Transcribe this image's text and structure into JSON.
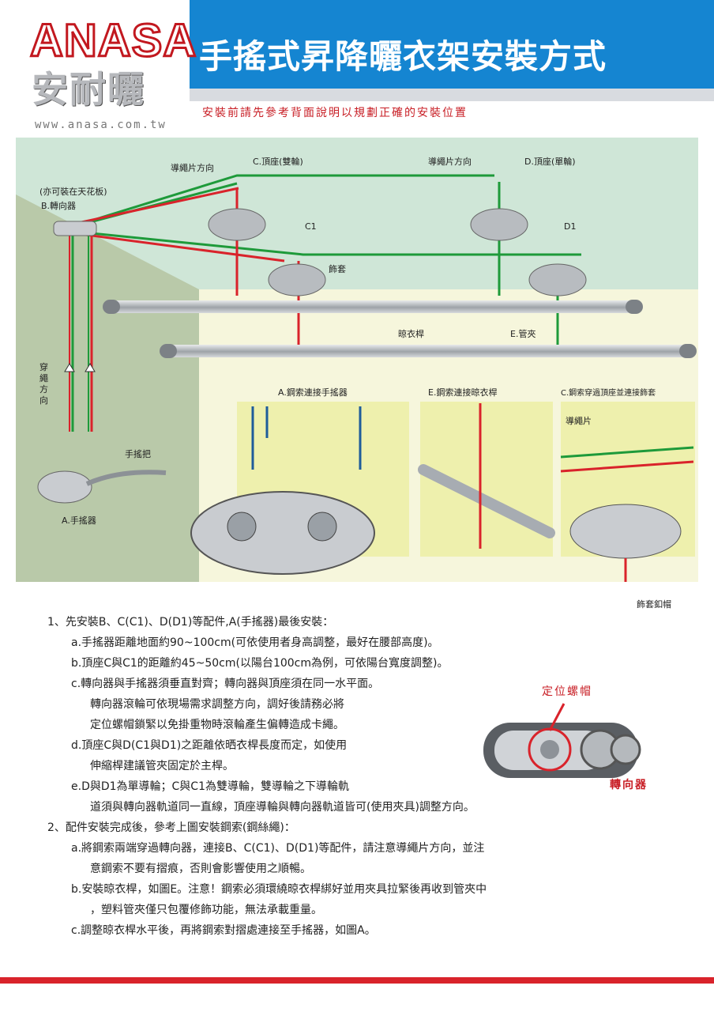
{
  "header": {
    "logo_en": "ANASA",
    "logo_cn": "安耐曬",
    "logo_url": "www.anasa.com.tw",
    "title": "手搖式昇降曬衣架安裝方式",
    "subtitle": "安裝前請先參考背面說明以規劃正確的安裝位置"
  },
  "diagram": {
    "labels": {
      "ceiling_note": "(亦可裝在天花板)",
      "b": "B.轉向器",
      "c": "C.頂座(雙輪)",
      "d": "D.頂座(單輪)",
      "rope_dir_1": "導繩片方向",
      "rope_dir_2": "導繩片方向",
      "c1": "C1",
      "d1": "D1",
      "cover": "飾套",
      "pole": "晾衣桿",
      "e": "E.管夾",
      "threading": "穿繩方向",
      "handle": "手搖把",
      "a": "A.手搖器",
      "panel_a": "A.鋼索連接手搖器",
      "panel_e": "E.鋼索連接晾衣桿",
      "panel_c": "C.鋼索穿過頂座並連接飾套",
      "rope_guide": "導繩片",
      "cap": "飾套釦帽"
    }
  },
  "steps": {
    "s1": "1、先安裝B、C(C1)、D(D1)等配件,A(手搖器)最後安裝：",
    "s1a": "a.手搖器距離地面約90~100cm(可依使用者身高調整，最好在腰部高度)。",
    "s1b": "b.頂座C與C1的距離約45~50cm(以陽台100cm為例，可依陽台寬度調整)。",
    "s1c": "c.轉向器與手搖器須垂直對齊；轉向器與頂座須在同一水平面。",
    "s1c2": "轉向器滾輪可依現場需求調整方向，調好後請務必將",
    "s1c3": "定位螺帽鎖緊以免掛重物時滾輪產生偏轉造成卡繩。",
    "s1d": "d.頂座C與D(C1與D1)之距離依晒衣桿長度而定，如使用",
    "s1d2": "伸縮桿建議管夾固定於主桿。",
    "s1e": "e.D與D1為單導輪；C與C1為雙導輪，雙導輪之下導輪軌",
    "s1e2": "道須與轉向器軌道同一直線，頂座導輪與轉向器軌道皆可(使用夾具)調整方向。",
    "s2": "2、配件安裝完成後，參考上圖安裝鋼索(鋼絲繩)：",
    "s2a": "a.將鋼索兩端穿過轉向器，連接B、C(C1)、D(D1)等配件，請注意導繩片方向，並注",
    "s2a2": "意鋼索不要有摺痕，否則會影響使用之順暢。",
    "s2b": "b.安裝晾衣桿，如圖E。注意！鋼索必須環繞晾衣桿綁好並用夾具拉緊後再收到管夾中",
    "s2b2": "，塑料管夾僅只包覆修飾功能，無法承載重量。",
    "s2c": "c.調整晾衣桿水平後，再將鋼索對摺處連接至手搖器，如圖A。"
  },
  "callouts": {
    "nut": "定位螺帽",
    "turner": "轉向器"
  },
  "colors": {
    "blue_band": "#1585d1",
    "brand_red": "#c2181f",
    "diagram_green": "#cfe6d7",
    "panel_yellow": "#eef0ad",
    "rope_red": "#d9232b",
    "rope_green": "#1e9a3a"
  }
}
